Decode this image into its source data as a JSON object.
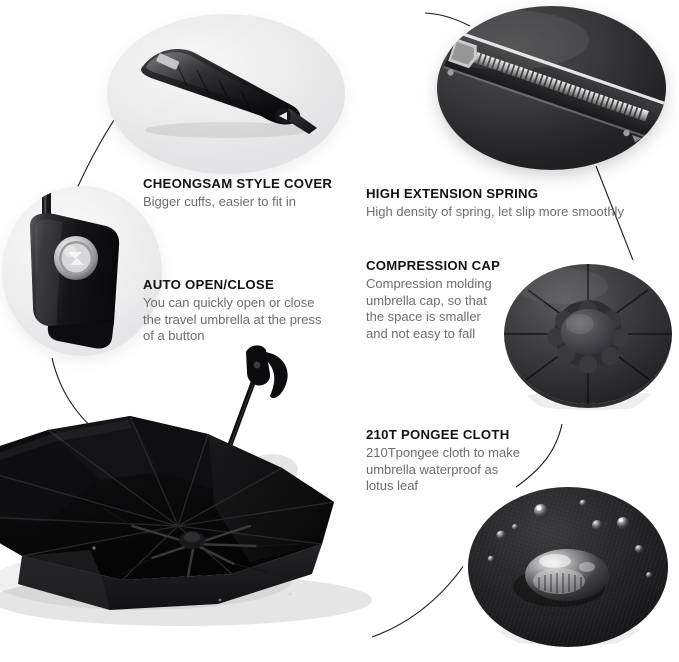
{
  "page": {
    "background_color": "#ffffff",
    "heading_color": "#131313",
    "body_color": "#6d6d6d",
    "product": "Automatic travel umbrella feature infographic"
  },
  "features": [
    {
      "id": "cover",
      "title": "CHEONGSAM STYLE COVER",
      "body_lines": [
        "Bigger cuffs, easier to fit in"
      ],
      "photo": {
        "name": "folded-umbrella-sleeve-photo",
        "alt": "Folded black umbrella inside its cheongsam style sleeve"
      }
    },
    {
      "id": "spring",
      "title": "HIGH EXTENSION SPRING",
      "body_lines": [
        "High density of spring, let slip more smoothly"
      ],
      "photo": {
        "name": "extension-spring-zipper-photo",
        "alt": "Close up of metal high extension spring on black shaft"
      }
    },
    {
      "id": "auto",
      "title": "AUTO OPEN/CLOSE",
      "body_lines": [
        "You can quickly open or close",
        "the travel umbrella at the press",
        "of a button"
      ],
      "photo": {
        "name": "umbrella-handle-button-photo",
        "alt": "Black umbrella handle with silver auto open close button"
      }
    },
    {
      "id": "cap",
      "title": "COMPRESSION CAP",
      "body_lines": [
        "Compression molding",
        "umbrella cap, so that",
        "the space is smaller",
        "and not easy to fall"
      ],
      "photo": {
        "name": "compression-cap-photo",
        "alt": "Compression molded umbrella top cap with radial segments"
      }
    },
    {
      "id": "pongee",
      "title": "210T PONGEE CLOTH",
      "body_lines": [
        "210Tpongee cloth to make",
        "umbrella waterproof as",
        "lotus leaf"
      ],
      "photo": {
        "name": "pongee-cloth-waterdrop-photo",
        "alt": "Water droplets beading on 210T pongee fabric"
      }
    }
  ],
  "main_photo": {
    "name": "open-umbrella-photo",
    "alt": "Large black umbrella shown open from underneath with ribs and handle"
  }
}
